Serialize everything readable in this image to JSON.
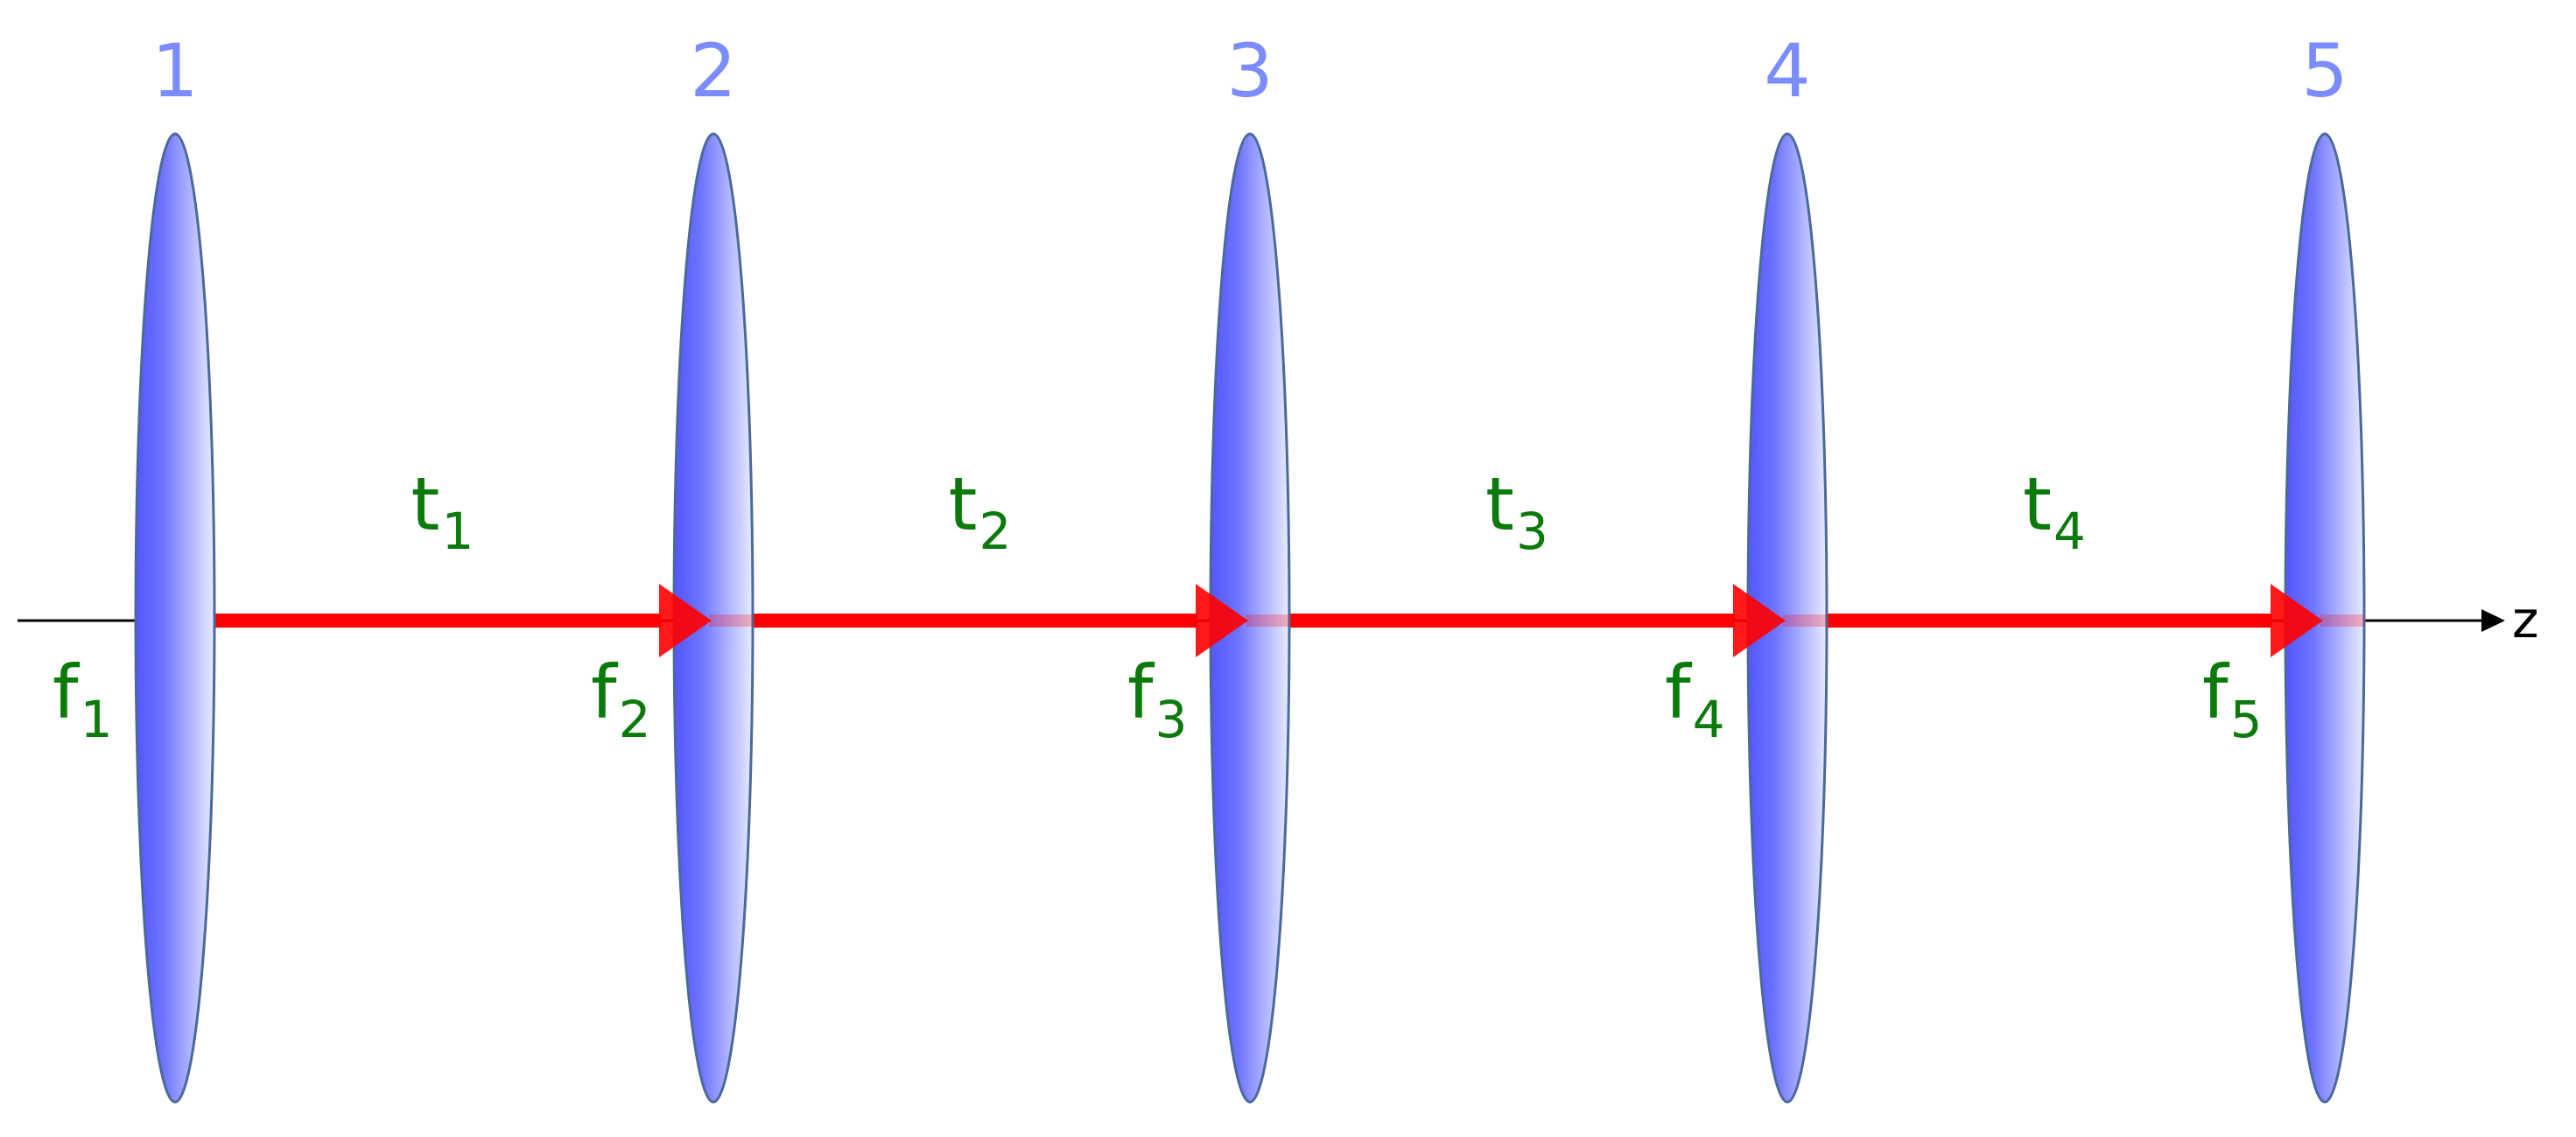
{
  "colors": {
    "lens_fill_dark": "#5555ff",
    "lens_fill_light": "#e8ecff",
    "lens_outline": "#4a6a9a",
    "lens_number": "#7b8cff",
    "beam": "#ff0000",
    "label_green": "#0a7a0a",
    "axis": "#000000"
  },
  "axis": {
    "label": "z"
  },
  "lenses": [
    {
      "number": "1",
      "focal": {
        "base": "f",
        "sub": "1"
      }
    },
    {
      "number": "2",
      "focal": {
        "base": "f",
        "sub": "2"
      }
    },
    {
      "number": "3",
      "focal": {
        "base": "f",
        "sub": "3"
      }
    },
    {
      "number": "4",
      "focal": {
        "base": "f",
        "sub": "4"
      }
    },
    {
      "number": "5",
      "focal": {
        "base": "f",
        "sub": "5"
      }
    }
  ],
  "segments": [
    {
      "base": "t",
      "sub": "1"
    },
    {
      "base": "t",
      "sub": "2"
    },
    {
      "base": "t",
      "sub": "3"
    },
    {
      "base": "t",
      "sub": "4"
    }
  ],
  "icons": {
    "lens": "lens-icon",
    "beam_arrow": "arrow-right-icon",
    "axis_arrow": "arrow-right-icon"
  }
}
